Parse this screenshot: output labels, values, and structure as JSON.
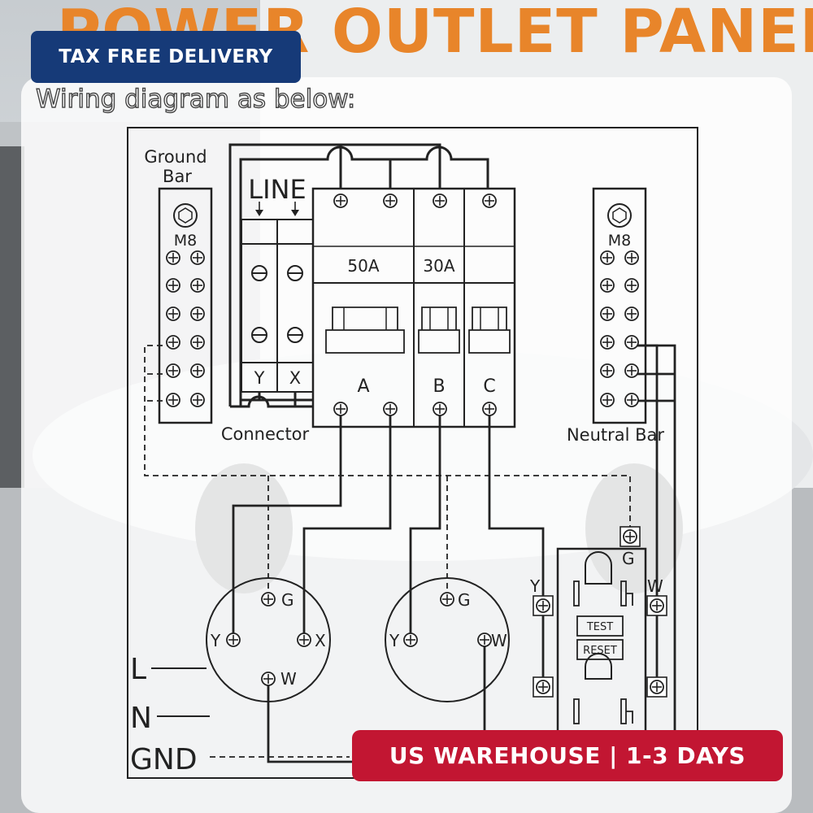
{
  "title": "POWER OUTLET PANEL",
  "subtitle": "Wiring diagram as below:",
  "badges": {
    "top": "TAX FREE DELIVERY",
    "bottom": "US WAREHOUSE | 1-3 DAYS"
  },
  "colors": {
    "title": "#e8852a",
    "badge_top": "#163a78",
    "badge_bottom": "#c21632"
  },
  "diagram": {
    "ground_bar": {
      "label_line1": "Ground",
      "label_line2": "Bar",
      "bolt": "M8"
    },
    "neutral_bar": {
      "label": "Neutral Bar",
      "bolt": "M8"
    },
    "line_label": "LINE",
    "connector": {
      "label": "Connector",
      "left": "Y",
      "right": "X"
    },
    "breakers": [
      {
        "rating": "50A",
        "label": "A"
      },
      {
        "rating": "30A",
        "label": "B"
      },
      {
        "rating": "",
        "label": "C"
      }
    ],
    "outlet_1": {
      "g": "G",
      "y": "Y",
      "x": "X",
      "w": "W"
    },
    "outlet_2": {
      "g": "G",
      "y": "Y",
      "w": "W"
    },
    "gfci": {
      "g": "G",
      "y": "Y",
      "w": "W",
      "test": "TEST",
      "reset": "RESET"
    },
    "legend": {
      "l": "L",
      "n": "N",
      "gnd": "GND"
    }
  }
}
